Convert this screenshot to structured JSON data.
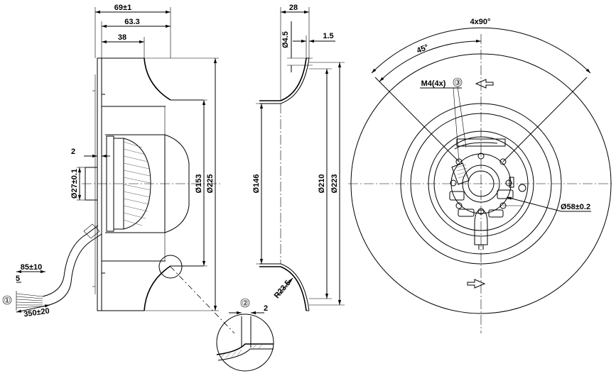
{
  "dims": {
    "w69": "69±1",
    "w63": "63.3",
    "w38": "38",
    "w2_left": "2",
    "d27": "Ø27±0.1",
    "d153": "Ø153",
    "d225": "Ø225",
    "w85": "85±10",
    "w5": "5",
    "w350": "350±20",
    "w28": "28",
    "d4_5": "Ø4.5",
    "w1_5": "1.5",
    "d146": "Ø146",
    "d210": "Ø210",
    "d223": "Ø223",
    "r23_5": "R23.5",
    "w2_detail": "2",
    "angle4x90": "4x90°",
    "angle45": "45°",
    "m4": "M4(4x)",
    "d58": "Ø58±0.2"
  },
  "callouts": {
    "c1": "①",
    "c2": "②",
    "c3": "③"
  }
}
